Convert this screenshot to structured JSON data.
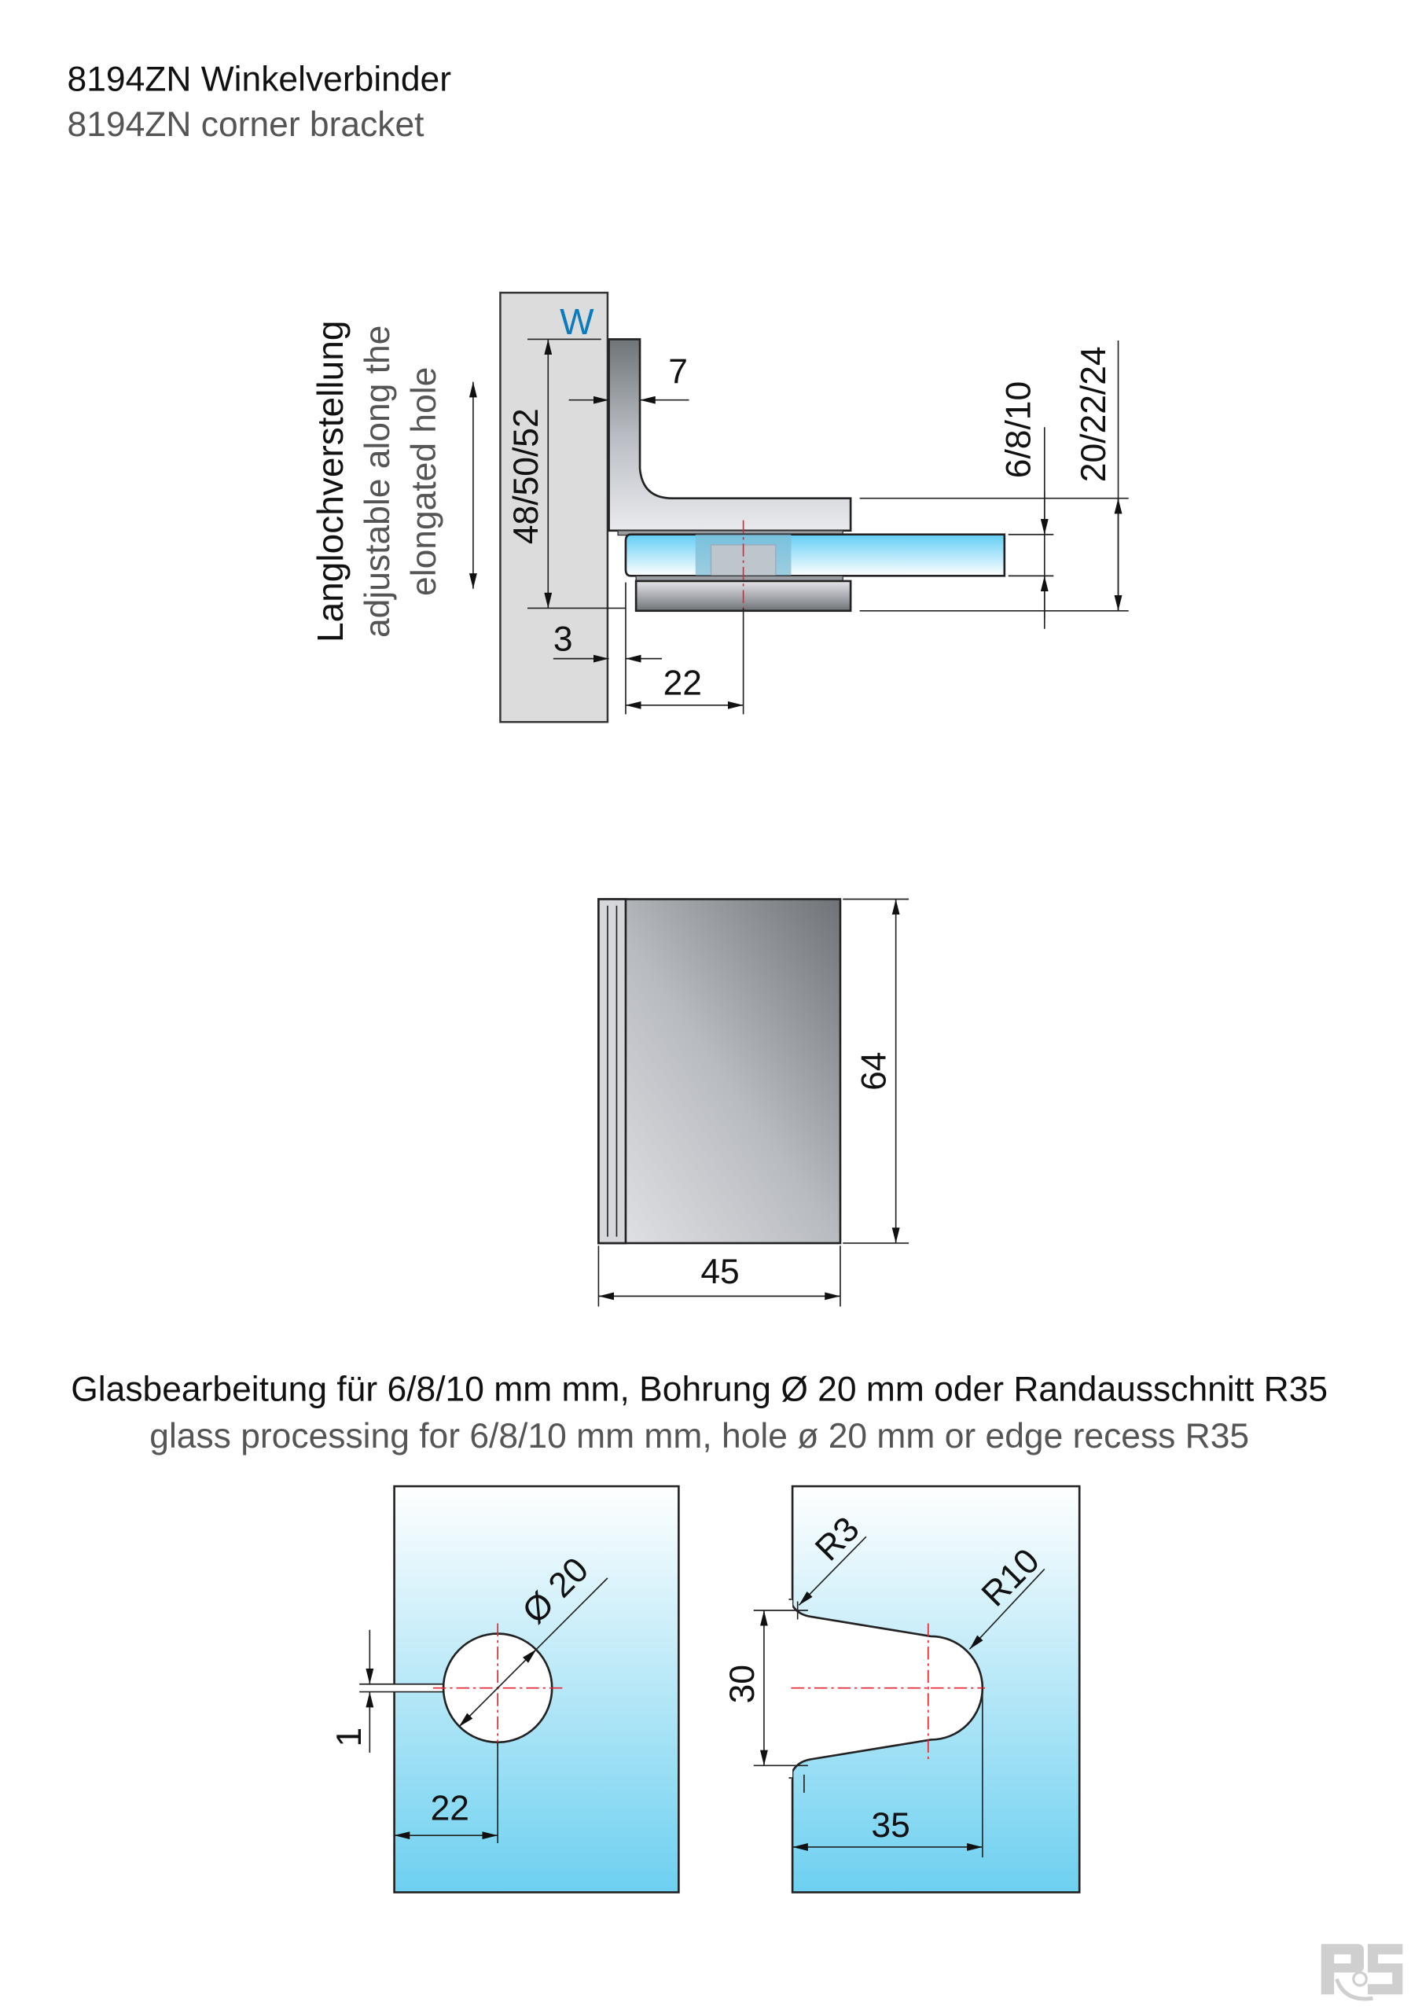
{
  "header": {
    "title": "8194ZN Winkelverbinder",
    "subtitle": "8194ZN corner bracket"
  },
  "drawing_side": {
    "wall_label": "W",
    "adjust_label_de": "Langlochverstellung",
    "adjust_label_en_1": "adjustable along the",
    "adjust_label_en_2": "elongated hole",
    "dim_height": "48/50/52",
    "dim_thickness": "7",
    "dim_gap": "3",
    "dim_axis": "22",
    "dim_glass": "6/8/10",
    "dim_total": "20/22/24"
  },
  "drawing_front": {
    "dim_height": "64",
    "dim_width": "45"
  },
  "glass_processing": {
    "title_de": "Glasbearbeitung für 6/8/10 mm mm, Bohrung Ø 20 mm oder Randausschnitt R35",
    "title_en": "glass processing for 6/8/10 mm mm, hole ø 20 mm or edge recess R35",
    "hole": {
      "dim_diameter": "Ø 20",
      "dim_slot": "1",
      "dim_edge": "22"
    },
    "recess": {
      "dim_r3": "R3",
      "dim_r10": "R10",
      "dim_height": "30",
      "dim_depth": "35"
    }
  },
  "logo": {
    "text": "RS"
  },
  "colors": {
    "accent_blue": "#0a7bbf",
    "glass": "#6dd0f3",
    "centerline": "#e8222c"
  }
}
